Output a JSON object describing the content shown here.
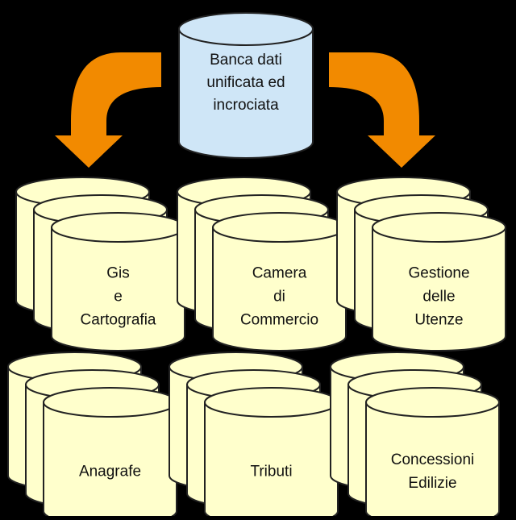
{
  "colors": {
    "background": "#000000",
    "central_db_fill": "#cfe6f7",
    "db_fill": "#ffffcc",
    "stroke": "#222222",
    "arrow": "#f28a00"
  },
  "central": {
    "label_lines": [
      "Banca dati",
      "unificata ed",
      "incrociata"
    ]
  },
  "groups": [
    {
      "label_lines": [
        "Gis",
        "e",
        "Cartografia"
      ]
    },
    {
      "label_lines": [
        "Camera",
        "di",
        "Commercio"
      ]
    },
    {
      "label_lines": [
        "Gestione",
        "delle",
        "Utenze"
      ]
    },
    {
      "label_lines": [
        "Anagrafe"
      ]
    },
    {
      "label_lines": [
        "Tributi"
      ]
    },
    {
      "label_lines": [
        "Concessioni",
        "Edilizie"
      ]
    }
  ],
  "icons": {
    "arrow_left": "curved-arrow-down-left-icon",
    "arrow_right": "curved-arrow-down-right-icon"
  }
}
